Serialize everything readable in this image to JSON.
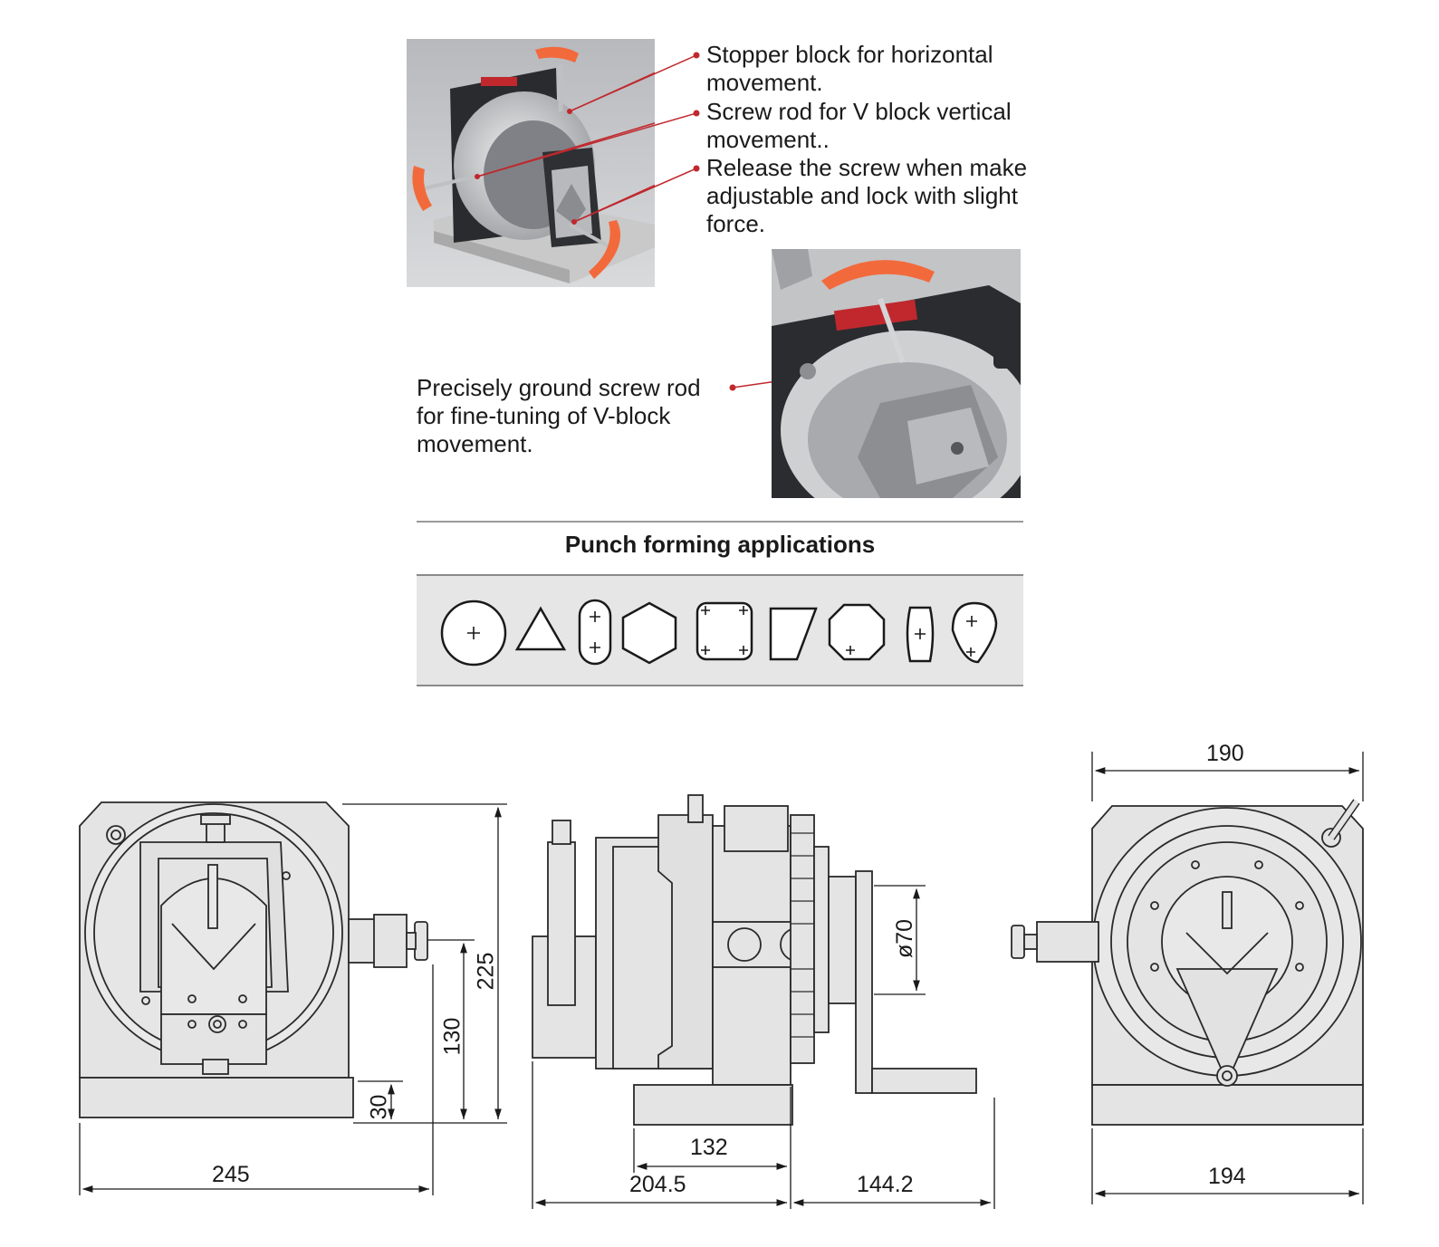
{
  "callouts_top": [
    {
      "line1": "Stopper block for horizontal",
      "line2": "movement."
    },
    {
      "line1": "Screw rod for V block vertical",
      "line2": "movement.."
    },
    {
      "line1": "Release the screw when make",
      "line2": "adjustable and lock with slight",
      "line3": "force."
    }
  ],
  "callout_bottom": {
    "line1": "Precisely ground screw rod",
    "line2": "for fine-tuning of V-block",
    "line3": "movement."
  },
  "applications": {
    "title": "Punch forming applications"
  },
  "dimensions": {
    "front_width": "245",
    "front_height": "225",
    "front_axis_height": "130",
    "front_base_height": "30",
    "side_base": "132",
    "side_length": "204.5",
    "side_handle": "144.2",
    "side_diameter": "ø70",
    "rear_top": "190",
    "rear_bottom": "194"
  },
  "colors": {
    "accent_red": "#c0282d",
    "handle_orange": "#f26a3c",
    "drawing_fill": "#e4e4e4",
    "line": "#2a2a2a"
  }
}
